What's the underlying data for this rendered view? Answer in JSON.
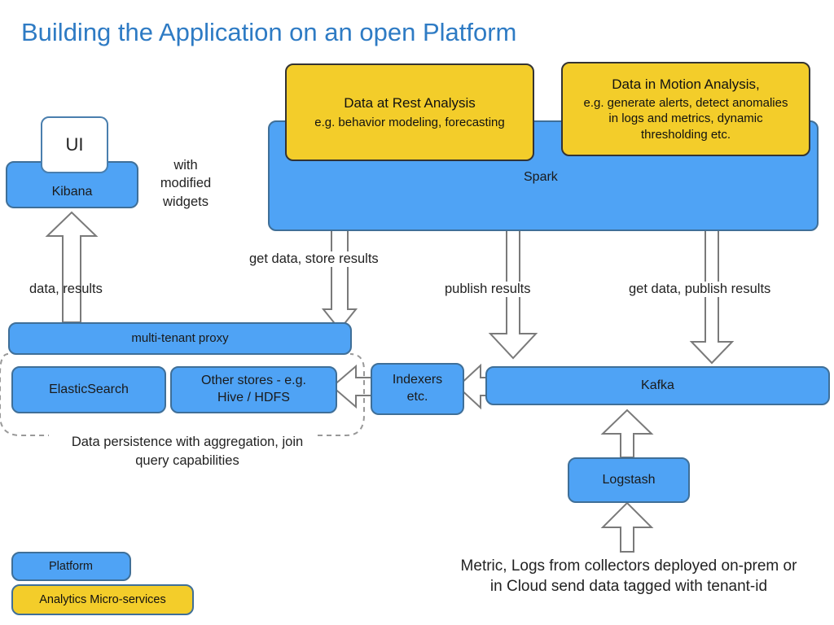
{
  "title": "Building the Application on an open Platform",
  "boxes": {
    "spark": "Spark",
    "data_at_rest_title": "Data at Rest Analysis",
    "data_at_rest_sub": "e.g. behavior modeling, forecasting",
    "data_in_motion_title": "Data in Motion Analysis,",
    "data_in_motion_sub": "e.g. generate alerts, detect anomalies in logs and metrics, dynamic thresholding etc.",
    "ui": "UI",
    "kibana": "Kibana",
    "proxy": "multi-tenant proxy",
    "elasticsearch": "ElasticSearch",
    "other_stores": "Other stores - e.g. Hive / HDFS",
    "indexers": "Indexers etc.",
    "kafka": "Kafka",
    "logstash": "Logstash"
  },
  "labels": {
    "with_widgets": "with modified widgets",
    "data_results": "data, results",
    "get_store": "get data, store results",
    "publish": "publish results",
    "get_publish": "get data, publish results",
    "persistence": "Data persistence with aggregation, join query capabilities",
    "metrics_note": "Metric, Logs from collectors deployed  on-prem or in Cloud send data tagged with tenant-id"
  },
  "legend": {
    "platform": "Platform",
    "analytics": "Analytics Micro-services"
  },
  "colors": {
    "platform_blue": "#4fa3f5",
    "analytics_yellow": "#f3cd2a",
    "title_blue": "#2e7bc4"
  }
}
